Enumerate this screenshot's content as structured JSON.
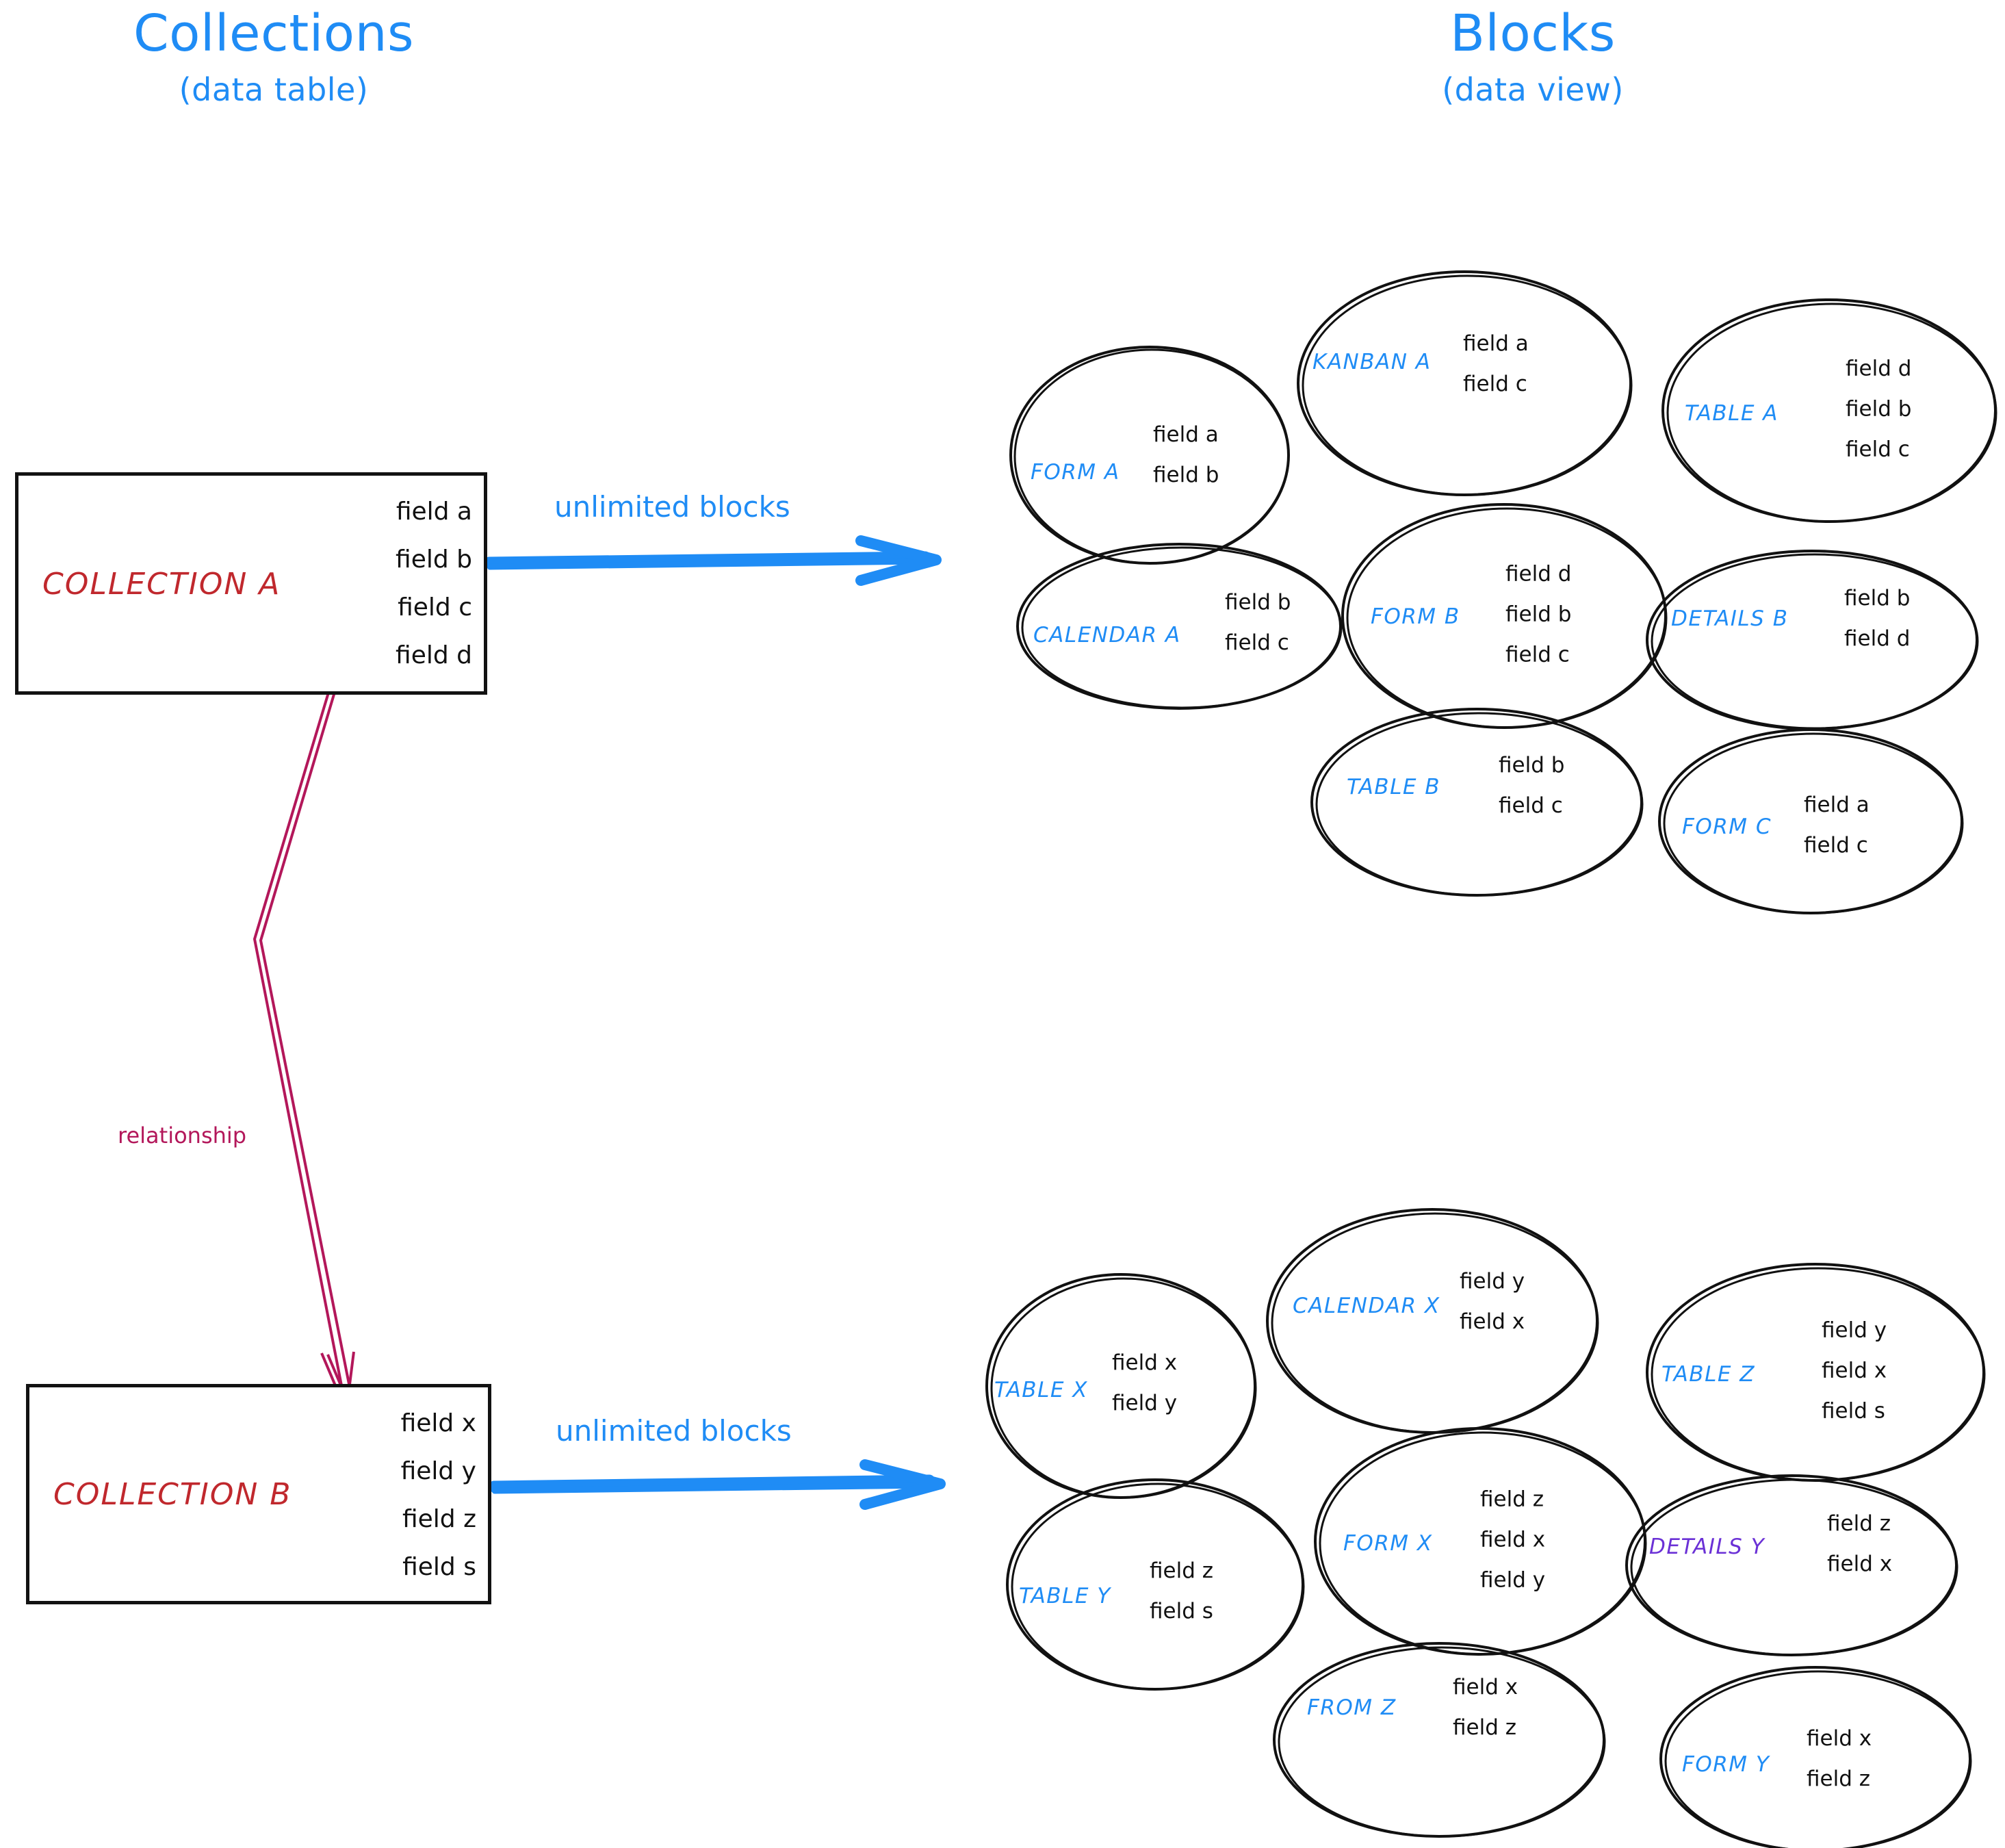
{
  "headings": {
    "left": {
      "title": "Collections",
      "subtitle": "(data table)"
    },
    "right": {
      "title": "Blocks",
      "subtitle": "(data view)"
    }
  },
  "colors": {
    "accent_blue": "#1f8cf5",
    "collection_red": "#c0282d",
    "relationship_crimson": "#b3175a",
    "details_purple": "#6b31d6",
    "ink_black": "#121212"
  },
  "collections": [
    {
      "name": "COLLECTION A",
      "fields": [
        "field a",
        "field b",
        "field c",
        "field d"
      ]
    },
    {
      "name": "COLLECTION B",
      "fields": [
        "field x",
        "field y",
        "field z",
        "field s"
      ]
    }
  ],
  "arrows": {
    "top_label": "unlimited blocks",
    "bottom_label": "unlimited blocks",
    "relationship_label": "relationship"
  },
  "blocks_top": [
    {
      "label": "FORM A",
      "fields": [
        "field a",
        "field b"
      ]
    },
    {
      "label": "KANBAN A",
      "fields": [
        "field a",
        "field c"
      ]
    },
    {
      "label": "TABLE A",
      "fields": [
        "field d",
        "field b",
        "field c"
      ]
    },
    {
      "label": "CALENDAR A",
      "fields": [
        "field b",
        "field c"
      ]
    },
    {
      "label": "FORM B",
      "fields": [
        "field d",
        "field b",
        "field c"
      ]
    },
    {
      "label": "DETAILS B",
      "fields": [
        "field b",
        "field d"
      ]
    },
    {
      "label": "TABLE B",
      "fields": [
        "field b",
        "field c"
      ]
    },
    {
      "label": "FORM C",
      "fields": [
        "field a",
        "field c"
      ]
    }
  ],
  "blocks_bottom": [
    {
      "label": "TABLE X",
      "fields": [
        "field x",
        "field y"
      ]
    },
    {
      "label": "CALENDAR X",
      "fields": [
        "field y",
        "field x"
      ]
    },
    {
      "label": "TABLE Z",
      "fields": [
        "field y",
        "field x",
        "field s"
      ]
    },
    {
      "label": "TABLE Y",
      "fields": [
        "field z",
        "field s"
      ]
    },
    {
      "label": "FORM X",
      "fields": [
        "field z",
        "field x",
        "field y"
      ]
    },
    {
      "label": "DETAILS Y",
      "fields": [
        "field z",
        "field x"
      ]
    },
    {
      "label": "FROM Z",
      "fields": [
        "field x",
        "field z"
      ]
    },
    {
      "label": "FORM Y",
      "fields": [
        "field x",
        "field z"
      ]
    }
  ]
}
